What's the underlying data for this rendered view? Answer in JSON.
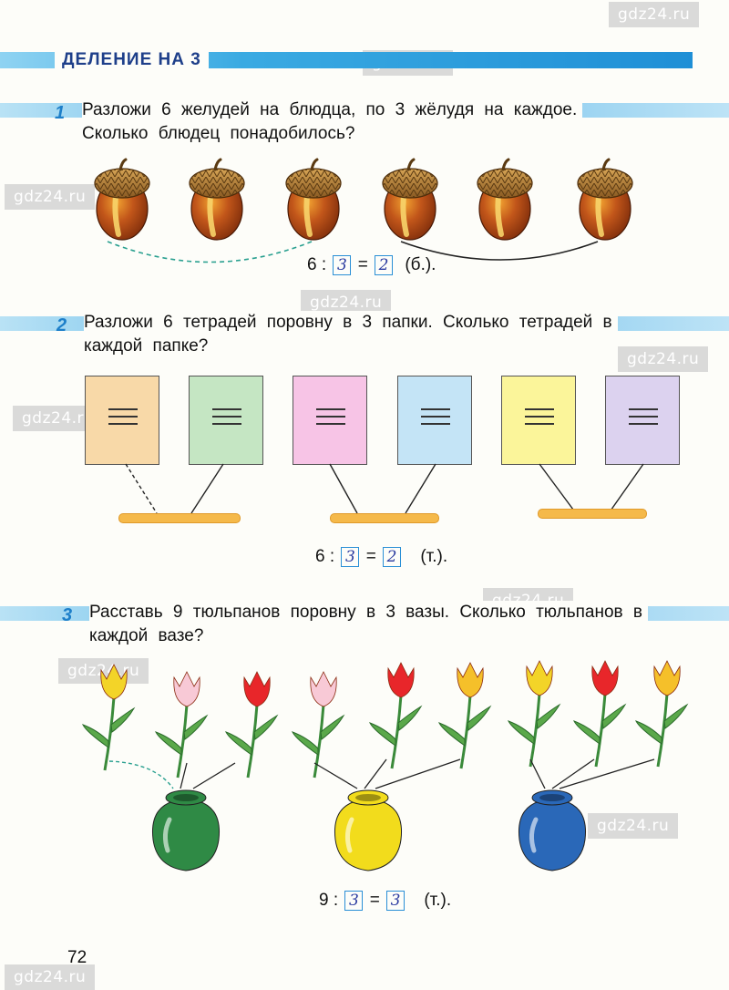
{
  "lesson_title": "ДЕЛЕНИЕ НА 3",
  "watermark": "gdz24.ru",
  "task1": {
    "number": "1",
    "line1": "Разложи 6 желудей на блюдца, по 3 жёлудя на каждое.",
    "line2": "Сколько блюдец понадобилось?",
    "eq_left": "6 :",
    "eq_box1": "3",
    "eq_equals": "=",
    "eq_box2": "2",
    "eq_unit": "(б.)."
  },
  "task2": {
    "number": "2",
    "line1": "Разложи 6 тетрадей поровну в 3 папки. Сколько тетрадей в",
    "line2": "каждой папке?",
    "notebook_colors": [
      "#f8d9a8",
      "#c5e6c3",
      "#f7c4e6",
      "#c4e4f6",
      "#fbf59a",
      "#dcd2ef"
    ],
    "eq_left": "6 :",
    "eq_box1": "3",
    "eq_equals": "=",
    "eq_box2": "2",
    "eq_unit": "(т.)."
  },
  "task3": {
    "number": "3",
    "line1": "Расставь 9 тюльпанов поровну в 3 вазы. Сколько тюльпанов в",
    "line2": "каждой вазе?",
    "tulip_colors": [
      "#f3d428",
      "#f8c9d6",
      "#e8262a",
      "#f8c9d6",
      "#e8262a",
      "#f5c02a",
      "#f3d428",
      "#e8262a",
      "#f5c02a"
    ],
    "vase_colors": [
      "#2f8a45",
      "#f2dc1c",
      "#2a68b8"
    ],
    "eq_left": "9 :",
    "eq_box1": "3",
    "eq_equals": "=",
    "eq_box2": "3",
    "eq_unit": "(т.)."
  },
  "page_number": "72"
}
